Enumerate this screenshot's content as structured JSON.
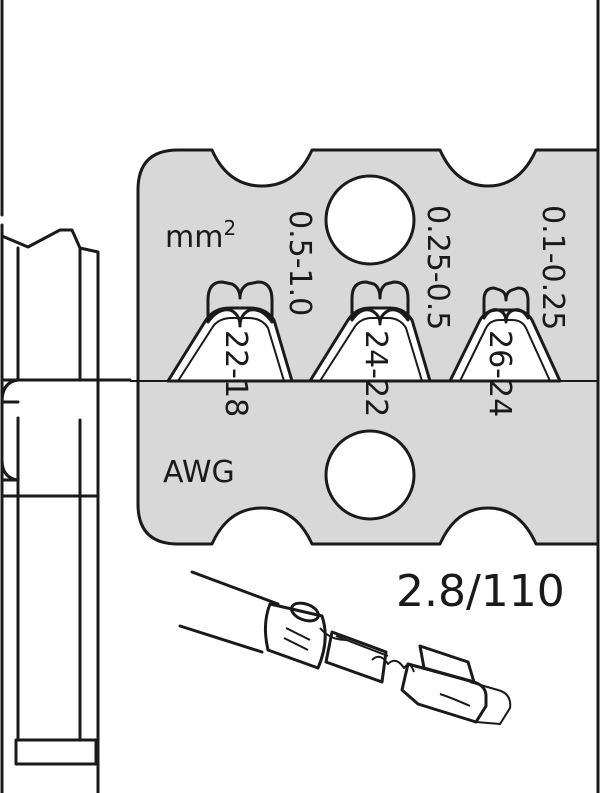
{
  "labels": {
    "unit_mm": "mm",
    "unit_mm_sup": "2",
    "unit_awg": "AWG",
    "terminal_size": "2.8/110"
  },
  "sizes": [
    {
      "mm2": "0.5-1.0",
      "awg": "22-18"
    },
    {
      "mm2": "0.25-0.5",
      "awg": "24-22"
    },
    {
      "mm2": "0.1-0.25",
      "awg": "26-24"
    }
  ],
  "colors": {
    "die_fill": "#d8d8d8",
    "outline": "#1a1a1a",
    "background": "#ffffff"
  }
}
